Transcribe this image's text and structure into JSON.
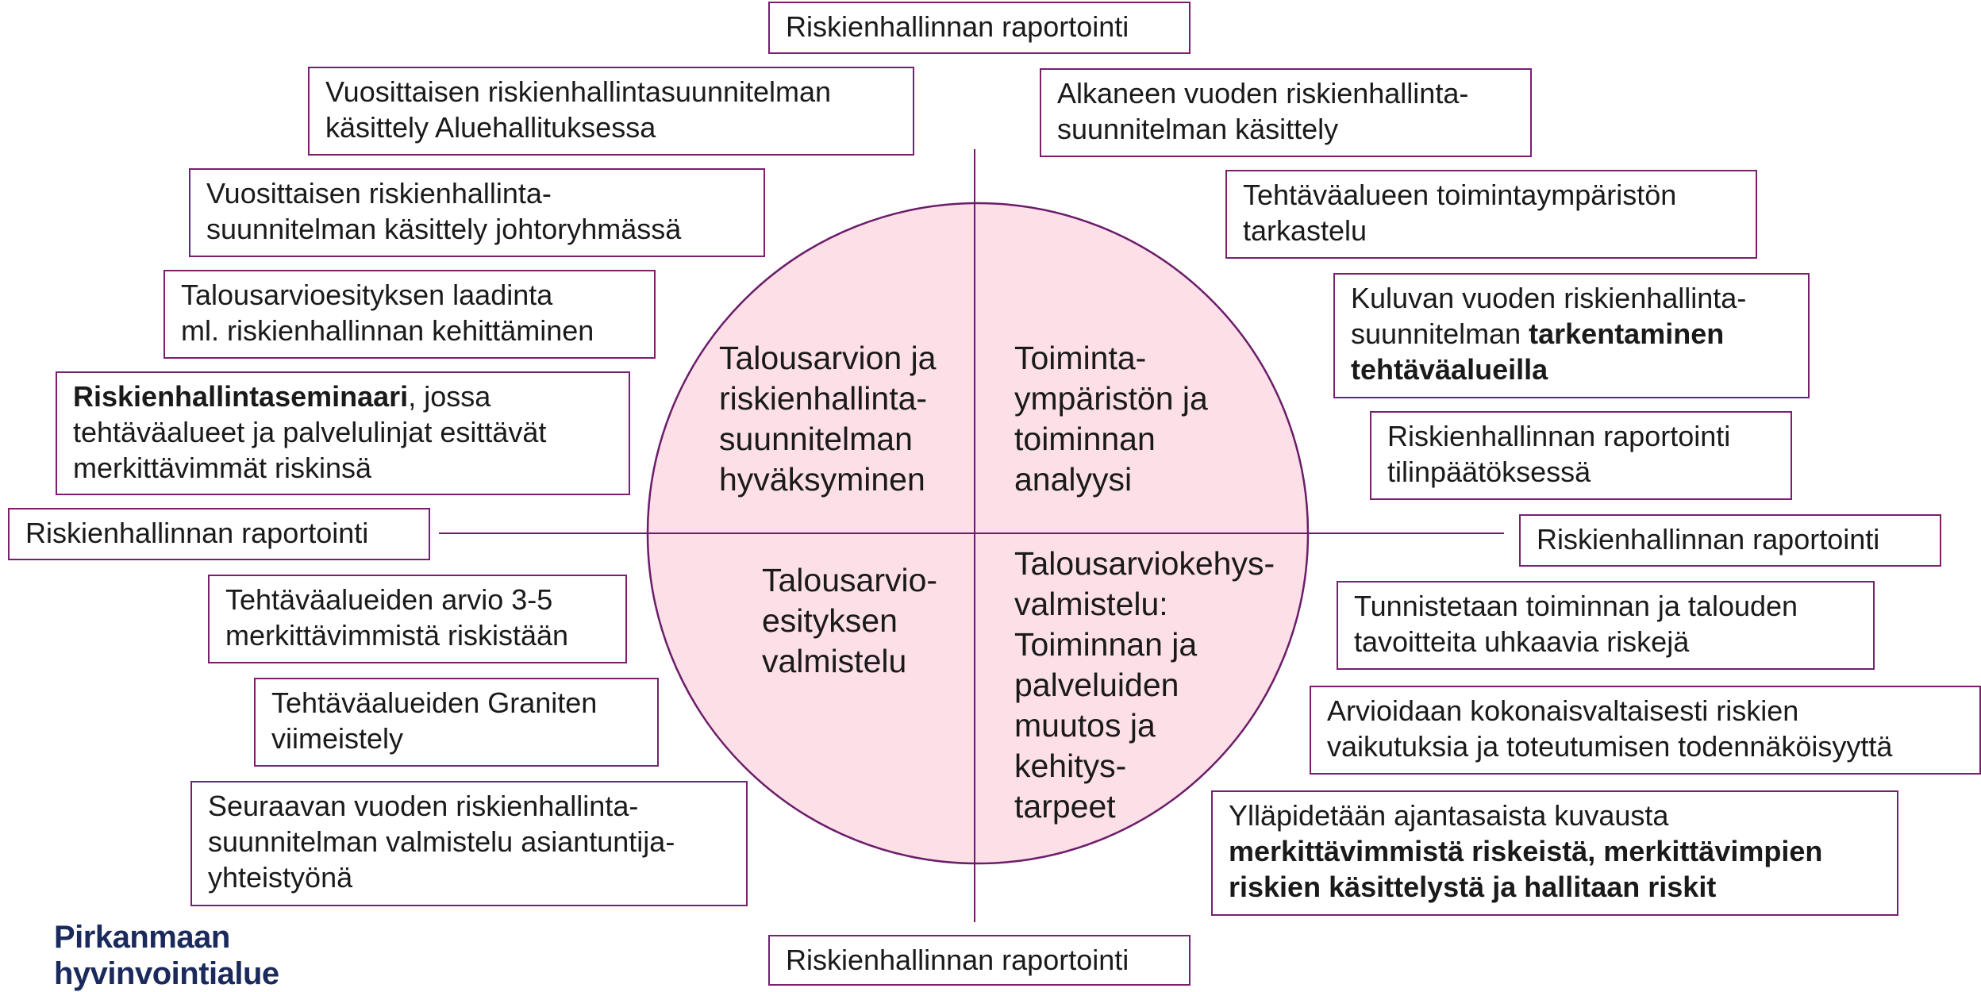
{
  "quadrants": {
    "top_left": [
      "Talousarvion ja",
      "riskienhallinta-",
      "suunnitelman",
      "hyväksyminen"
    ],
    "top_right": [
      "Toiminta-",
      "ympäristön ja",
      "toiminnan",
      "analyysi"
    ],
    "bottom_left": [
      "Talousarvio-",
      "esityksen",
      "valmistelu"
    ],
    "bottom_right": [
      "Talousarviokehys-",
      "valmistelu:",
      "Toiminnan ja",
      "palveluiden",
      "muutos ja",
      "kehitys-",
      "tarpeet"
    ]
  },
  "boxes": {
    "top": "Riskienhallinnan raportointi",
    "bottom": "Riskienhallinnan raportointi",
    "left": "Riskienhallinnan raportointi",
    "right": "Riskienhallinnan raportointi",
    "tl1": [
      "Vuosittaisen riskienhallintasuunnitelman",
      "käsittely Aluehallituksessa"
    ],
    "tl2": [
      "Vuosittaisen riskienhallinta-",
      "suunnitelman käsittely johtoryhmässä"
    ],
    "tl3": [
      "Talousarvioesityksen laadinta",
      "ml. riskienhallinnan kehittäminen"
    ],
    "tl4": {
      "bold": "Riskienhallintaseminaari",
      "rest": ", jossa",
      "line2": "tehtäväalueet ja palvelulinjat esittävät",
      "line3": "merkittävimmät riskinsä"
    },
    "tr1": [
      "Alkaneen vuoden riskienhallinta-",
      "suunnitelman käsittely"
    ],
    "tr2": [
      "Tehtäväalueen toimintaympäristön",
      "tarkastelu"
    ],
    "tr3": {
      "line1": "Kuluvan vuoden riskienhallinta-",
      "normal2": "suunnitelman ",
      "bold2": "tarkentaminen",
      "bold3": "tehtäväalueilla"
    },
    "tr4": [
      "Riskienhallinnan raportointi",
      "tilinpäätöksessä"
    ],
    "bl1": [
      "Tehtäväalueiden arvio 3-5",
      "merkittävimmistä riskistään"
    ],
    "bl2": [
      "Tehtäväalueiden Graniten",
      "viimeistely"
    ],
    "bl3": [
      "Seuraavan vuoden riskienhallinta-",
      "suunnitelman valmistelu asiantuntija-",
      "yhteistyönä"
    ],
    "br1": [
      "Tunnistetaan toiminnan ja talouden",
      "tavoitteita uhkaavia riskejä"
    ],
    "br2": [
      "Arvioidaan kokonaisvaltaisesti riskien",
      "vaikutuksia ja toteutumisen todennäköisyyttä"
    ],
    "br3": {
      "line1": "Ylläpidetään ajantasaista kuvausta",
      "bold2": "merkittävimmistä riskeistä, merkittävimpien",
      "bold3": "riskien käsittelystä ja hallitaan riskit"
    }
  },
  "logo": [
    "Pirkanmaan",
    "hyvinvointialue"
  ],
  "colors": {
    "circle_fill": "#fcdfe7",
    "circle_stroke": "#6b1d6a",
    "box_border": "#7a1f6e",
    "logo": "#1b2a5c"
  }
}
